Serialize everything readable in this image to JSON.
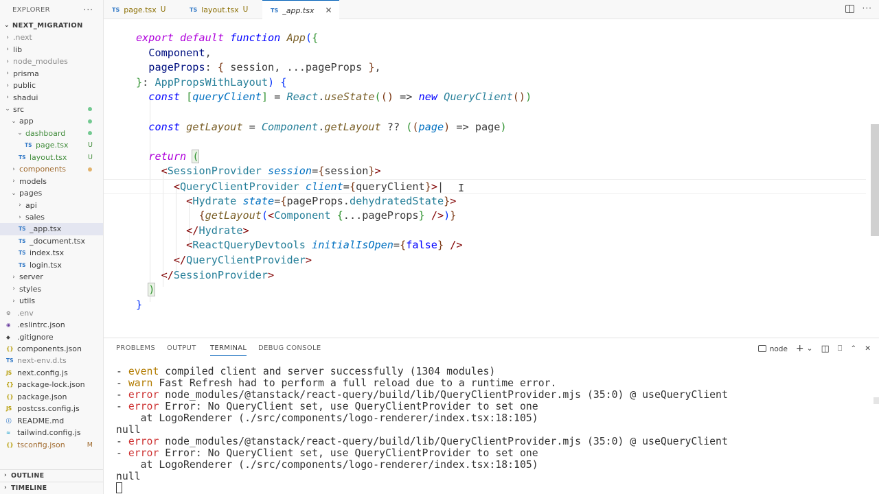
{
  "sidebar": {
    "title": "EXPLORER",
    "more": "···",
    "project": "NEXT_MIGRATION",
    "items": [
      {
        "label": ".next",
        "type": "folder",
        "depth": 1,
        "dim": true
      },
      {
        "label": "lib",
        "type": "folder",
        "depth": 1
      },
      {
        "label": "node_modules",
        "type": "folder",
        "depth": 1,
        "dim": true
      },
      {
        "label": "prisma",
        "type": "folder",
        "depth": 1
      },
      {
        "label": "public",
        "type": "folder",
        "depth": 1
      },
      {
        "label": "shadui",
        "type": "folder",
        "depth": 1
      },
      {
        "label": "src",
        "type": "folder-open",
        "depth": 1,
        "status": "green"
      },
      {
        "label": "app",
        "type": "folder-open",
        "depth": 2,
        "status": "green"
      },
      {
        "label": "dashboard",
        "type": "folder-open",
        "depth": 3,
        "status": "green",
        "color": "green"
      },
      {
        "label": "page.tsx",
        "type": "ts",
        "depth": 4,
        "badge": "U",
        "color": "green"
      },
      {
        "label": "layout.tsx",
        "type": "ts",
        "depth": 3,
        "badge": "U",
        "color": "green"
      },
      {
        "label": "components",
        "type": "folder",
        "depth": 2,
        "status": "orange",
        "color": "orange"
      },
      {
        "label": "models",
        "type": "folder",
        "depth": 2
      },
      {
        "label": "pages",
        "type": "folder-open",
        "depth": 2
      },
      {
        "label": "api",
        "type": "folder",
        "depth": 3
      },
      {
        "label": "sales",
        "type": "folder",
        "depth": 3
      },
      {
        "label": "_app.tsx",
        "type": "ts",
        "depth": 3,
        "selected": true
      },
      {
        "label": "_document.tsx",
        "type": "ts",
        "depth": 3
      },
      {
        "label": "index.tsx",
        "type": "ts",
        "depth": 3
      },
      {
        "label": "login.tsx",
        "type": "ts",
        "depth": 3
      },
      {
        "label": "server",
        "type": "folder",
        "depth": 2
      },
      {
        "label": "styles",
        "type": "folder",
        "depth": 2
      },
      {
        "label": "utils",
        "type": "folder",
        "depth": 2
      },
      {
        "label": ".env",
        "type": "gear",
        "depth": 1,
        "dim": true
      },
      {
        "label": ".eslintrc.json",
        "type": "eslint",
        "depth": 1
      },
      {
        "label": ".gitignore",
        "type": "git",
        "depth": 1
      },
      {
        "label": "components.json",
        "type": "json",
        "depth": 1
      },
      {
        "label": "next-env.d.ts",
        "type": "ts",
        "depth": 1,
        "dim": true
      },
      {
        "label": "next.config.js",
        "type": "js",
        "depth": 1
      },
      {
        "label": "package-lock.json",
        "type": "json",
        "depth": 1
      },
      {
        "label": "package.json",
        "type": "json",
        "depth": 1
      },
      {
        "label": "postcss.config.js",
        "type": "js",
        "depth": 1
      },
      {
        "label": "README.md",
        "type": "md",
        "depth": 1
      },
      {
        "label": "tailwind.config.js",
        "type": "tw",
        "depth": 1
      },
      {
        "label": "tsconfig.json",
        "type": "json",
        "depth": 1,
        "badge": "M",
        "color": "orange"
      }
    ],
    "outline": "OUTLINE",
    "timeline": "TIMELINE"
  },
  "tabs": [
    {
      "icon": "TS",
      "label": "page.tsx",
      "status": "U"
    },
    {
      "icon": "TS",
      "label": "layout.tsx",
      "status": "U"
    },
    {
      "icon": "TS",
      "label": "_app.tsx",
      "close": "✕",
      "active": true
    }
  ],
  "editor": {
    "lines": [
      [
        [
          "kwp",
          "export "
        ],
        [
          "kwp",
          "default "
        ],
        [
          "kw",
          "function "
        ],
        [
          "fn",
          "App"
        ],
        [
          "brk1",
          "("
        ],
        [
          "brk2",
          "{"
        ]
      ],
      [
        [
          "plain",
          "  "
        ],
        [
          "prop",
          "Component"
        ],
        [
          "plain",
          ","
        ]
      ],
      [
        [
          "plain",
          "  "
        ],
        [
          "prop",
          "pageProps"
        ],
        [
          "plain",
          ": "
        ],
        [
          "brk3",
          "{"
        ],
        [
          "plain",
          " session, ..."
        ],
        [
          "plain",
          "pageProps "
        ],
        [
          "brk3",
          "}"
        ],
        [
          "plain",
          ","
        ]
      ],
      [
        [
          "brk2",
          "}"
        ],
        [
          "plain",
          ": "
        ],
        [
          "type",
          "AppPropsWithLayout"
        ],
        [
          "brk1",
          ")"
        ],
        [
          "plain",
          " "
        ],
        [
          "brk1",
          "{"
        ]
      ],
      [
        [
          "plain",
          "  "
        ],
        [
          "kw",
          "const "
        ],
        [
          "brk2",
          "["
        ],
        [
          "var",
          "queryClient"
        ],
        [
          "brk2",
          "]"
        ],
        [
          "plain",
          " = "
        ],
        [
          "fnc",
          "React"
        ],
        [
          "plain",
          "."
        ],
        [
          "fn",
          "useState"
        ],
        [
          "brk2",
          "("
        ],
        [
          "brk3",
          "("
        ],
        [
          "brk3",
          ")"
        ],
        [
          "plain",
          " => "
        ],
        [
          "kw",
          "new "
        ],
        [
          "fnc",
          "QueryClient"
        ],
        [
          "brk3",
          "("
        ],
        [
          "brk3",
          ")"
        ],
        [
          "brk2",
          ")"
        ]
      ],
      [
        [
          "plain",
          ""
        ]
      ],
      [
        [
          "plain",
          "  "
        ],
        [
          "kw",
          "const "
        ],
        [
          "fn",
          "getLayout"
        ],
        [
          "plain",
          " = "
        ],
        [
          "fnc",
          "Component"
        ],
        [
          "plain",
          "."
        ],
        [
          "fn",
          "getLayout"
        ],
        [
          "plain",
          " ?? "
        ],
        [
          "brk2",
          "("
        ],
        [
          "brk3",
          "("
        ],
        [
          "var",
          "page"
        ],
        [
          "brk3",
          ")"
        ],
        [
          "plain",
          " => "
        ],
        [
          "plain",
          "page"
        ],
        [
          "brk2",
          ")"
        ]
      ],
      [
        [
          "plain",
          ""
        ]
      ],
      [
        [
          "plain",
          "  "
        ],
        [
          "kwp",
          "return "
        ],
        [
          "brk2match",
          "("
        ]
      ],
      [
        [
          "plain",
          "    "
        ],
        [
          "tag",
          "<"
        ],
        [
          "tagc",
          "SessionProvider "
        ],
        [
          "attr",
          "session"
        ],
        [
          "plain",
          "="
        ],
        [
          "brk3",
          "{"
        ],
        [
          "plain",
          "session"
        ],
        [
          "brk3",
          "}"
        ],
        [
          "tag",
          ">"
        ]
      ],
      [
        [
          "plain",
          "      "
        ],
        [
          "tag",
          "<"
        ],
        [
          "tagc",
          "QueryClientProvider "
        ],
        [
          "attr",
          "client"
        ],
        [
          "plain",
          "="
        ],
        [
          "brk3",
          "{"
        ],
        [
          "plain",
          "queryClient"
        ],
        [
          "brk3",
          "}"
        ],
        [
          "tag",
          ">"
        ],
        [
          "plain",
          "|"
        ]
      ],
      [
        [
          "plain",
          "        "
        ],
        [
          "tag",
          "<"
        ],
        [
          "tagc",
          "Hydrate "
        ],
        [
          "attr",
          "state"
        ],
        [
          "plain",
          "="
        ],
        [
          "brk3",
          "{"
        ],
        [
          "plain",
          "pageProps."
        ],
        [
          "type",
          "dehydratedState"
        ],
        [
          "brk3",
          "}"
        ],
        [
          "tag",
          ">"
        ]
      ],
      [
        [
          "plain",
          "          "
        ],
        [
          "brk3",
          "{"
        ],
        [
          "fn",
          "getLayout"
        ],
        [
          "brk1",
          "("
        ],
        [
          "tag",
          "<"
        ],
        [
          "tagc",
          "Component "
        ],
        [
          "brk2",
          "{"
        ],
        [
          "plain",
          "...pageProps"
        ],
        [
          "brk2",
          "}"
        ],
        [
          "plain",
          " "
        ],
        [
          "tag",
          "/>"
        ],
        [
          "brk1",
          ")"
        ],
        [
          "brk3",
          "}"
        ]
      ],
      [
        [
          "plain",
          "        "
        ],
        [
          "tag",
          "</"
        ],
        [
          "tagc",
          "Hydrate"
        ],
        [
          "tag",
          ">"
        ]
      ],
      [
        [
          "plain",
          "        "
        ],
        [
          "tag",
          "<"
        ],
        [
          "tagc",
          "ReactQueryDevtools "
        ],
        [
          "attr",
          "initialIsOpen"
        ],
        [
          "plain",
          "="
        ],
        [
          "brk3",
          "{"
        ],
        [
          "const",
          "false"
        ],
        [
          "brk3",
          "}"
        ],
        [
          "plain",
          " "
        ],
        [
          "tag",
          "/>"
        ]
      ],
      [
        [
          "plain",
          "      "
        ],
        [
          "tag",
          "</"
        ],
        [
          "tagc",
          "QueryClientProvider"
        ],
        [
          "tag",
          ">"
        ]
      ],
      [
        [
          "plain",
          "    "
        ],
        [
          "tag",
          "</"
        ],
        [
          "tagc",
          "SessionProvider"
        ],
        [
          "tag",
          ">"
        ]
      ],
      [
        [
          "plain",
          "  "
        ],
        [
          "brk2match",
          ")"
        ]
      ],
      [
        [
          "brk1",
          "}"
        ]
      ]
    ]
  },
  "panel": {
    "tabs": [
      "PROBLEMS",
      "OUTPUT",
      "TERMINAL",
      "DEBUG CONSOLE"
    ],
    "active_tab": "TERMINAL",
    "shell": "node",
    "actions": {
      "add": "+",
      "dropdown": "⌄",
      "split": "◫",
      "trash": "🗑",
      "maximize": "⌃",
      "close": "✕"
    },
    "terminal": [
      [
        [
          "plain",
          "- "
        ],
        [
          "event",
          "event"
        ],
        [
          "plain",
          " compiled client and server successfully (1304 modules)"
        ]
      ],
      [
        [
          "plain",
          "- "
        ],
        [
          "warn",
          "warn"
        ],
        [
          "plain",
          " Fast Refresh had to perform a full reload due to a runtime error."
        ]
      ],
      [
        [
          "plain",
          "- "
        ],
        [
          "error",
          "error"
        ],
        [
          "plain",
          " node_modules/@tanstack/react-query/build/lib/QueryClientProvider.mjs (35:0) @ useQueryClient"
        ]
      ],
      [
        [
          "plain",
          "- "
        ],
        [
          "error",
          "error"
        ],
        [
          "plain",
          " Error: No QueryClient set, use QueryClientProvider to set one"
        ]
      ],
      [
        [
          "plain",
          "    at LogoRenderer (./src/components/logo-renderer/index.tsx:18:105)"
        ]
      ],
      [
        [
          "plain",
          "null"
        ]
      ],
      [
        [
          "plain",
          "- "
        ],
        [
          "error",
          "error"
        ],
        [
          "plain",
          " node_modules/@tanstack/react-query/build/lib/QueryClientProvider.mjs (35:0) @ useQueryClient"
        ]
      ],
      [
        [
          "plain",
          "- "
        ],
        [
          "error",
          "error"
        ],
        [
          "plain",
          " Error: No QueryClient set, use QueryClientProvider to set one"
        ]
      ],
      [
        [
          "plain",
          "    at LogoRenderer (./src/components/logo-renderer/index.tsx:18:105)"
        ]
      ],
      [
        [
          "plain",
          "null"
        ]
      ]
    ]
  }
}
